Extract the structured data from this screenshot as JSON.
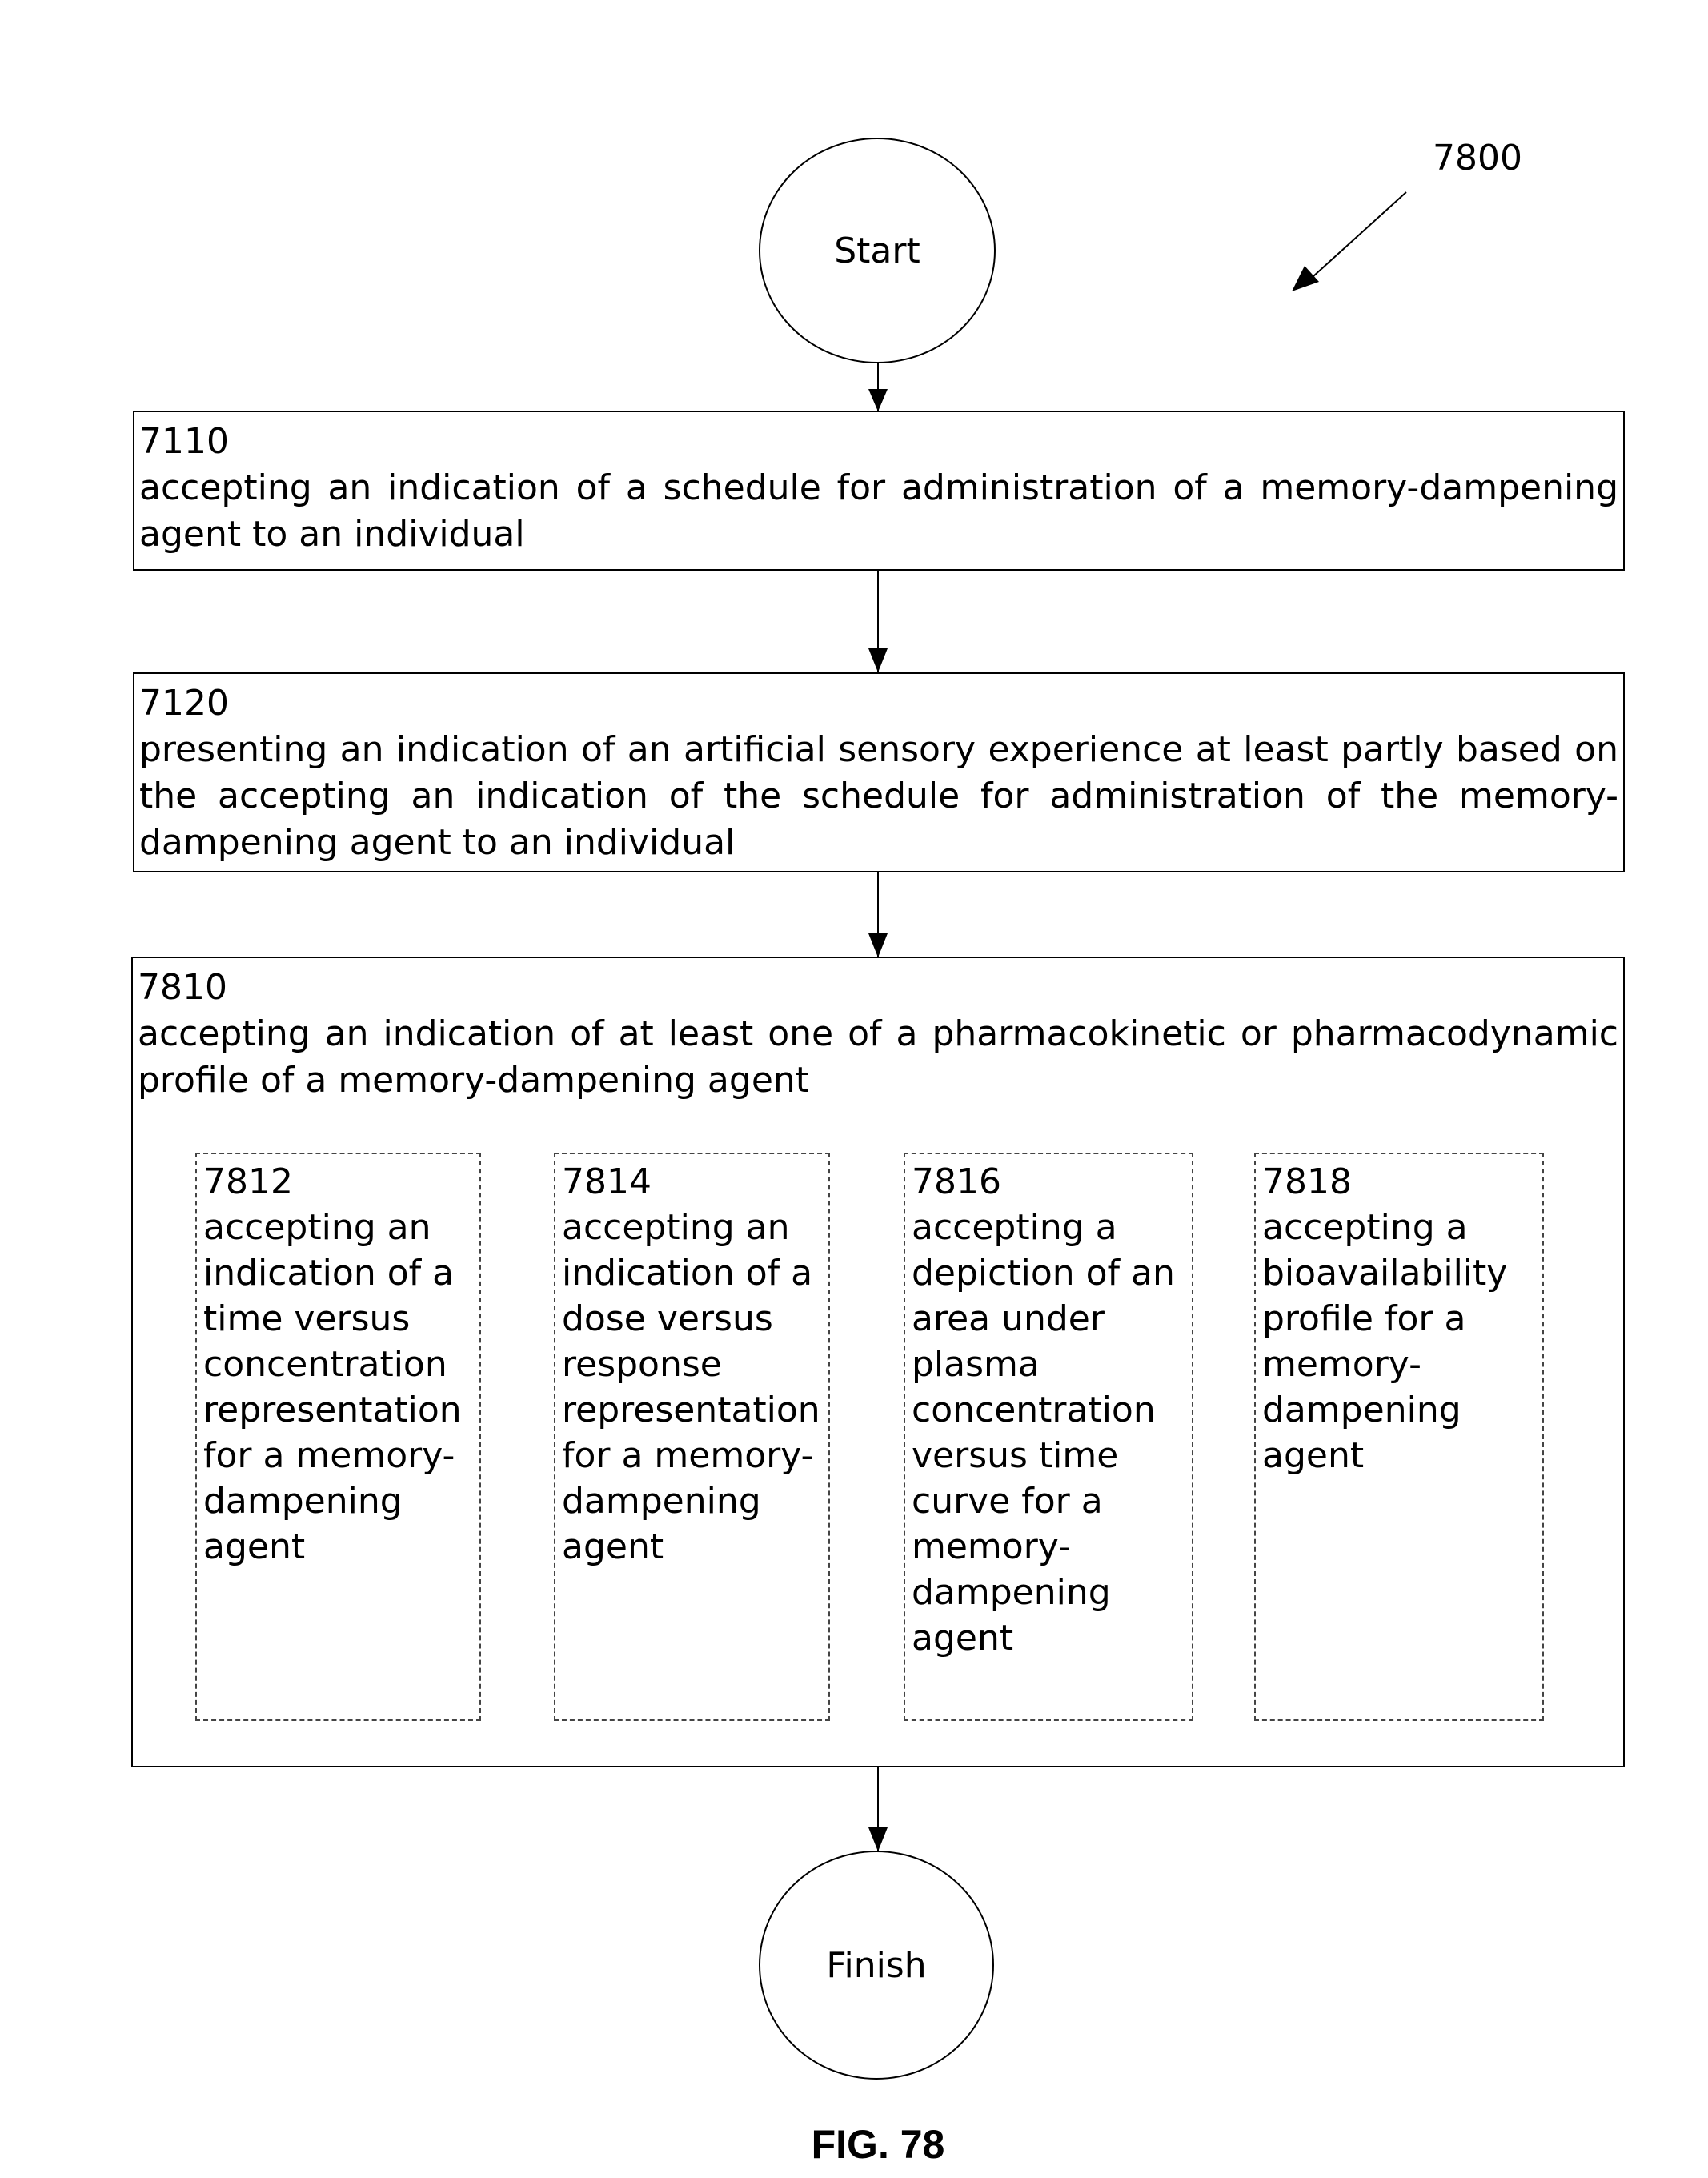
{
  "diagram": {
    "reference_number": "7800",
    "start_label": "Start",
    "finish_label": "Finish",
    "steps": [
      {
        "number": "7110",
        "text": "accepting an indication of a schedule for administration of a memory-dampening agent to an individual"
      },
      {
        "number": "7120",
        "text": "presenting an indication of an artificial sensory experience at least partly based on the accepting an indication of the schedule for administration of the memory-dampening agent to an individual"
      },
      {
        "number": "7810",
        "text": "accepting an indication of at least one of a pharmacokinetic or pharmacodynamic profile of a memory-dampening agent",
        "substeps": [
          {
            "number": "7812",
            "text": "accepting an indication of a time versus concentration representation for a memory-dampening agent"
          },
          {
            "number": "7814",
            "text": "accepting an indication of a dose versus response representation for a memory-dampening agent"
          },
          {
            "number": "7816",
            "text": "accepting a depiction of an area under plasma concentration versus time curve for a memory-dampening agent"
          },
          {
            "number": "7818",
            "text": "accepting a bioavailability profile for a memory-dampening agent"
          }
        ]
      }
    ]
  },
  "figure_label": "FIG. 78"
}
